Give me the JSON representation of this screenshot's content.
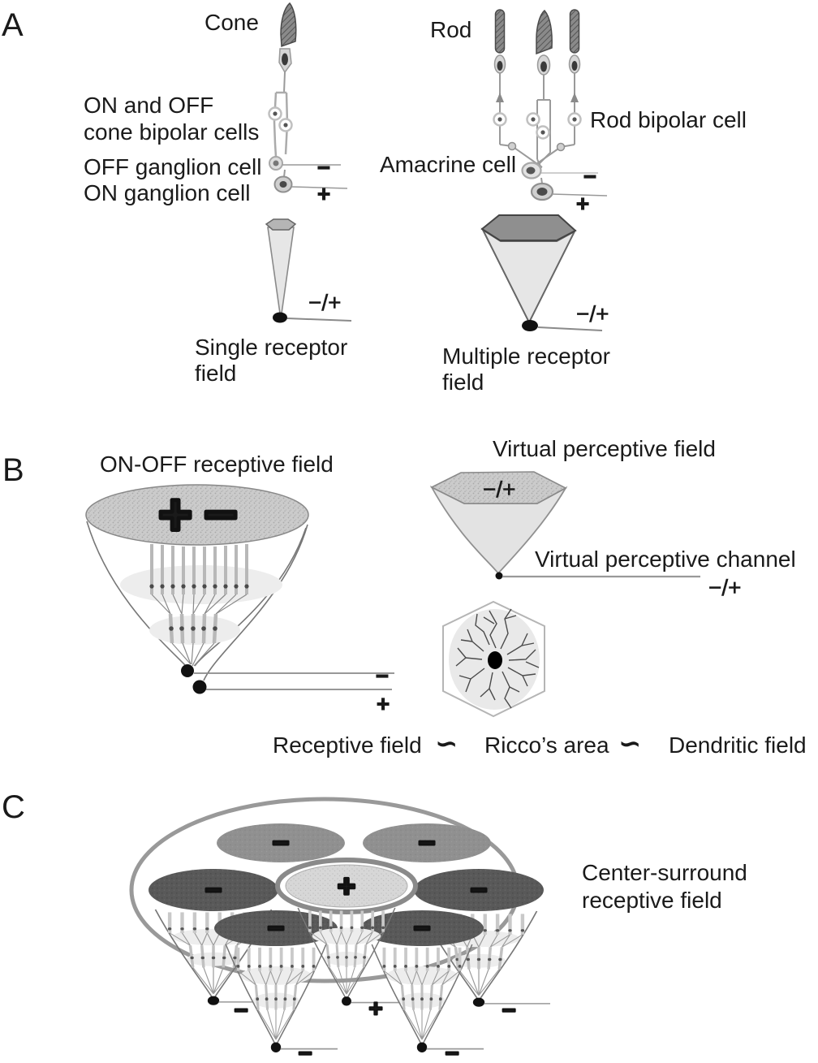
{
  "panels": {
    "A": {
      "tag": "A",
      "cone_label": "Cone",
      "rod_label": "Rod",
      "bipolar_label_line1": "ON and OFF",
      "bipolar_label_line2": "cone bipolar cells",
      "off_ganglion_label": "OFF ganglion cell",
      "on_ganglion_label": "ON ganglion cell",
      "amacrine_label": "Amacrine cell",
      "rod_bipolar_label": "Rod bipolar cell",
      "single_field_label_line1": "Single receptor",
      "single_field_label_line2": "field",
      "multiple_field_label_line1": "Multiple receptor",
      "multiple_field_label_line2": "field"
    },
    "B": {
      "tag": "B",
      "onoff_title": "ON-OFF receptive field",
      "virtual_field_title": "Virtual perceptive field",
      "virtual_channel_label": "Virtual perceptive channel",
      "caption_receptive": "Receptive field",
      "caption_riccos": "Ricco’s area",
      "caption_dendritic": "Dendritic field",
      "caption_tilde": "∽"
    },
    "C": {
      "tag": "C",
      "label_line1": "Center-surround",
      "label_line2": "receptive field",
      "cells": [
        {
          "sign": "−"
        },
        {
          "sign": "−"
        },
        {
          "sign": "−"
        },
        {
          "sign": "+"
        },
        {
          "sign": "−"
        },
        {
          "sign": "−"
        },
        {
          "sign": "−"
        }
      ],
      "outputs": [
        {
          "sign": "−"
        },
        {
          "sign": "+"
        },
        {
          "sign": "−"
        },
        {
          "sign": "−"
        },
        {
          "sign": "−"
        }
      ]
    }
  },
  "signs": {
    "minus": "−",
    "plus": "+",
    "minus_plus": "−/+"
  },
  "colors": {
    "dark_cell": "#585858",
    "mid_cell": "#8f8f8f",
    "light_cell": "#d6d6d6",
    "stipple_base": "#cbcbcb",
    "line_gray": "#8a8a8a",
    "ink": "#1a1a1a"
  }
}
